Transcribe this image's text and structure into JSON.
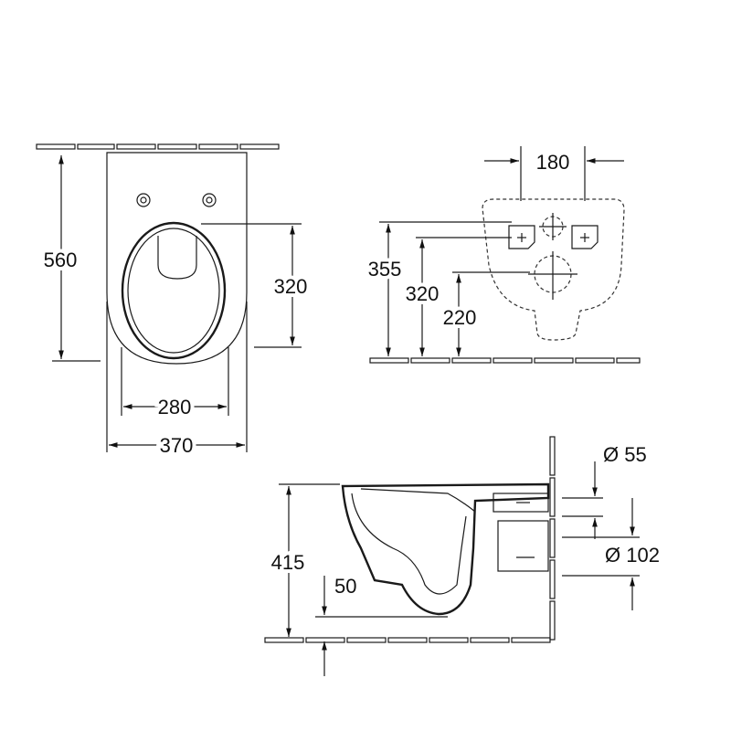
{
  "front_view": {
    "height": "560",
    "seat_depth": "320",
    "inner_width": "280",
    "outer_width": "370"
  },
  "rear_view": {
    "bolt_spacing": "180",
    "height_355": "355",
    "height_320": "320",
    "height_220": "220"
  },
  "side_view": {
    "height": "415",
    "offset": "50",
    "inlet_diameter": "Ø 55",
    "outlet_diameter": "Ø 102"
  },
  "colors": {
    "line": "#1a1a1a",
    "background": "#ffffff"
  }
}
